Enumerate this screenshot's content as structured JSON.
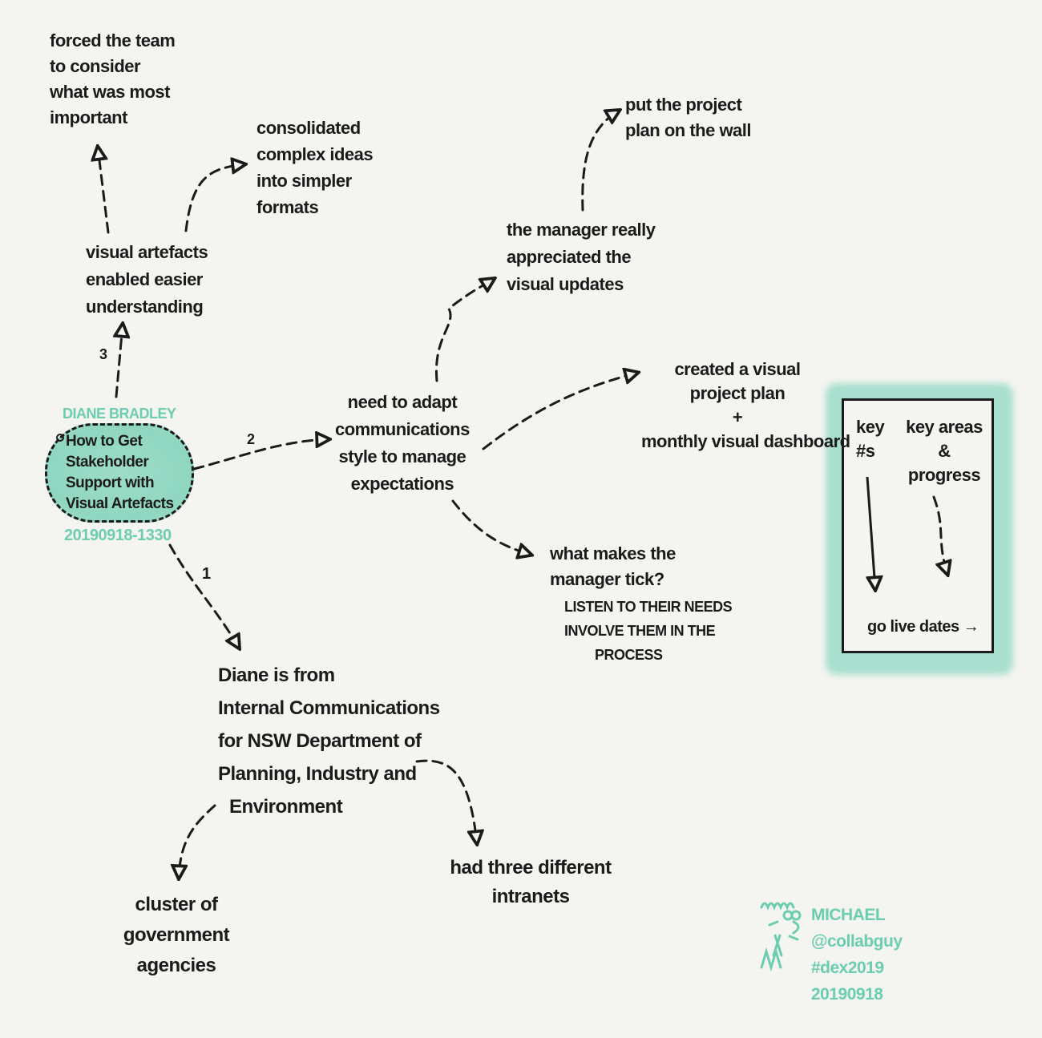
{
  "colors": {
    "background": "#f4f4f0",
    "ink": "#1b1b1b",
    "accent": "#6ccdb0"
  },
  "center": {
    "speaker": "DIANE BRADLEY",
    "title_lines": [
      "How to Get",
      "Stakeholder",
      "Support with",
      "Visual Artefacts"
    ],
    "timestamp": "20190918-1330"
  },
  "branch_labels": {
    "one": "1",
    "two": "2",
    "three": "3"
  },
  "nodes": {
    "forced": [
      "forced the team",
      "to consider",
      "what was most",
      "important"
    ],
    "consolidated": [
      "consolidated",
      "complex ideas",
      "into simpler",
      "formats"
    ],
    "visual_artefacts": [
      "visual artefacts",
      "enabled easier",
      "understanding"
    ],
    "need_to_adapt": [
      "need to adapt",
      "communications",
      "style to manage",
      "expectations"
    ],
    "manager_appreciated": [
      "the manager really",
      "appreciated the",
      "visual updates"
    ],
    "project_plan_wall": [
      "put the project",
      "plan on the wall"
    ],
    "created_visual": [
      "created a visual",
      "project plan",
      "+",
      "monthly visual dashboard"
    ],
    "what_makes": [
      "what makes the",
      "manager tick?"
    ],
    "listen": [
      "LISTEN TO THEIR NEEDS",
      "INVOLVE THEM IN THE",
      "PROCESS"
    ],
    "diane_from": [
      "Diane is from",
      "Internal Communications",
      "for NSW Department of",
      "Planning, Industry and",
      "Environment"
    ],
    "cluster": [
      "cluster of",
      "government",
      "agencies"
    ],
    "three_intranets": [
      "had three different",
      "intranets"
    ]
  },
  "dashboard": {
    "left": [
      "key",
      "#s"
    ],
    "right": [
      "key areas",
      "&",
      "progress"
    ],
    "bottom": "go live dates →"
  },
  "signature": [
    "MICHAEL",
    "@collabguy",
    "#dex2019",
    "20190918"
  ]
}
